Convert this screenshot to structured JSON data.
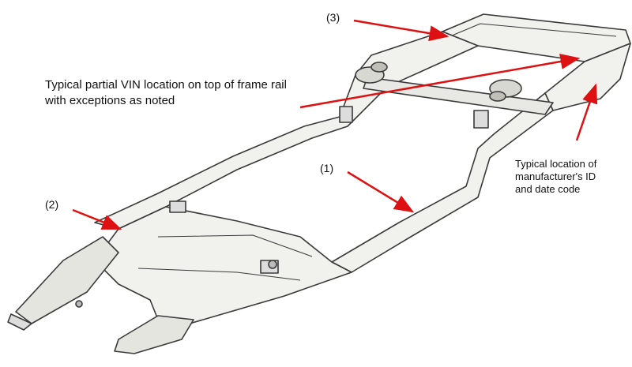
{
  "annotations": {
    "vin_location": {
      "lines": [
        "Typical partial VIN location on top of frame rail",
        "with exceptions as noted"
      ]
    },
    "callout_1": "(1)",
    "callout_2": "(2)",
    "callout_3": "(3)",
    "manufacturer_id": {
      "lines": [
        "Typical location of",
        "manufacturer's ID",
        "and date code"
      ]
    }
  },
  "colors": {
    "arrow": "#dd1111",
    "frame_stroke": "#3a3a3a",
    "frame_fill": "#f1f1ee",
    "frame_shade": "#d8d8d2"
  }
}
